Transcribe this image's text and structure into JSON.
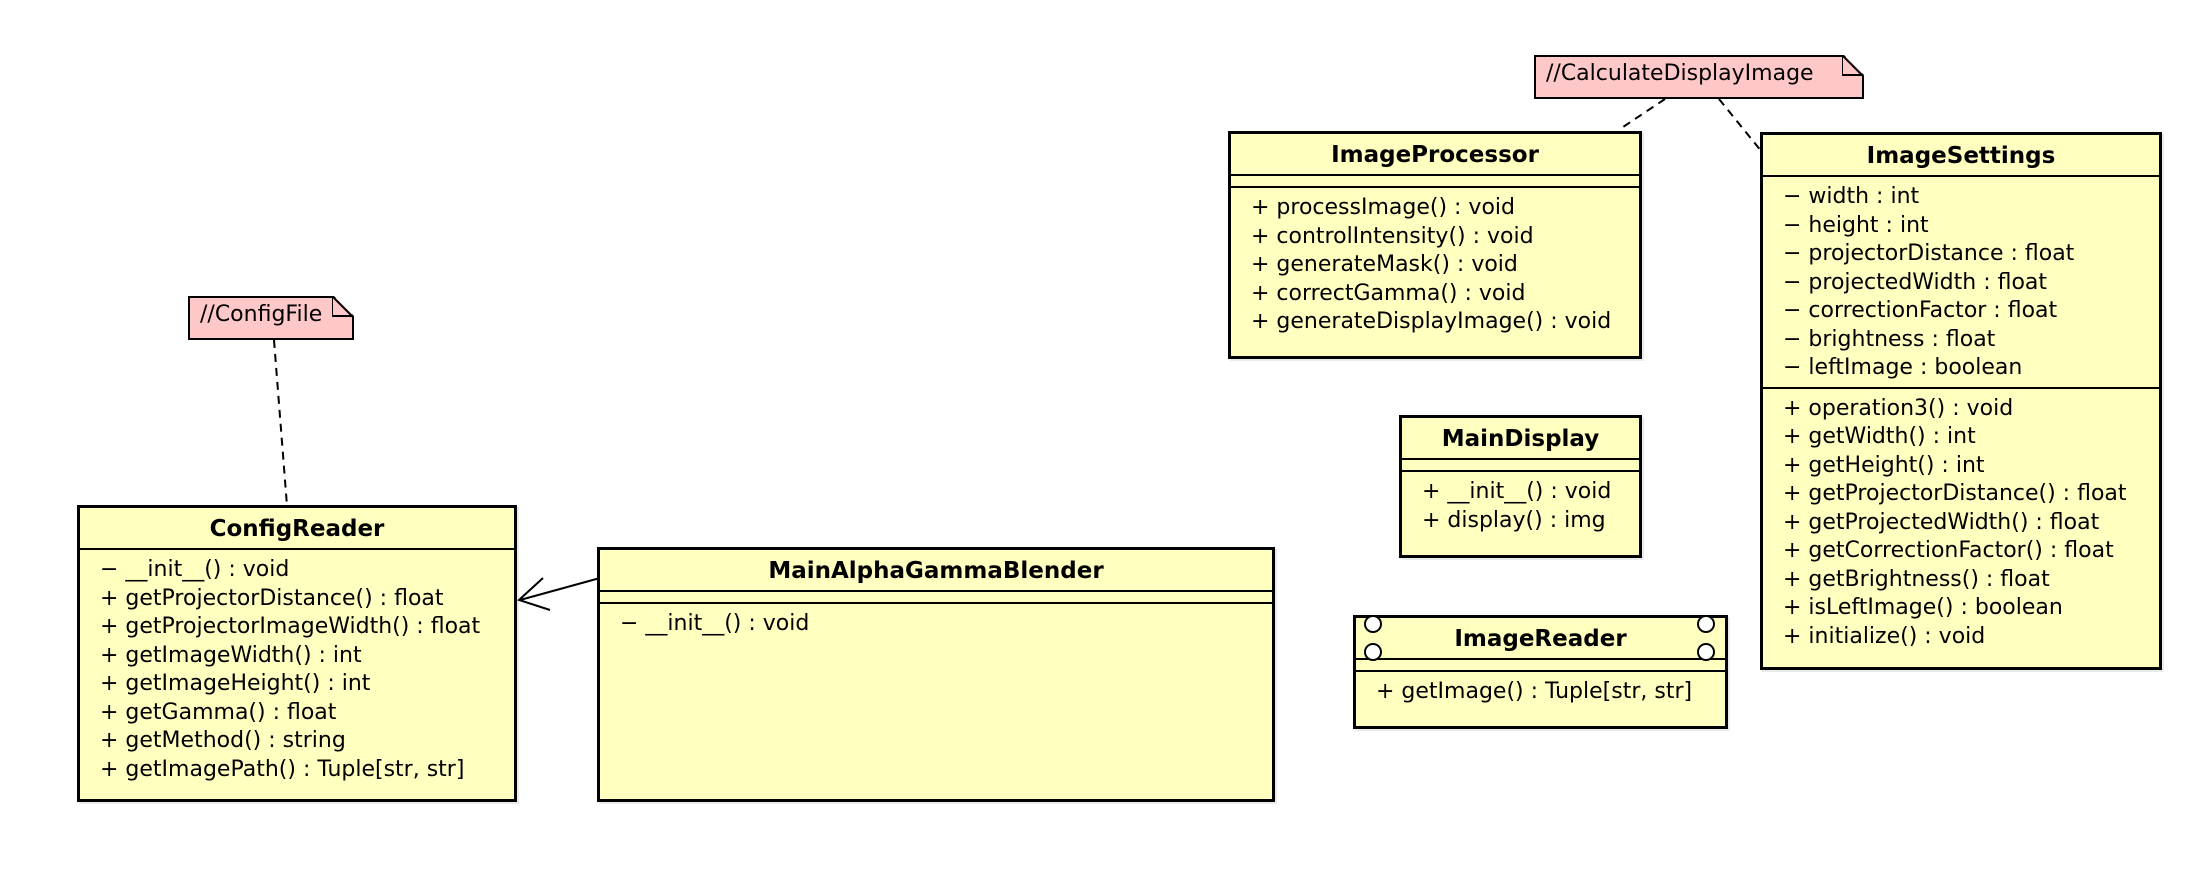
{
  "notes": {
    "config_file": "//ConfigFile",
    "calculate_display_image": "//CalculateDisplayImage"
  },
  "classes": {
    "config_reader": {
      "name": "ConfigReader",
      "members": [
        "− __init__() : void",
        "+ getProjectorDistance() : float",
        "+ getProjectorImageWidth() : float",
        "+ getImageWidth() : int",
        "+ getImageHeight() : int",
        "+ getGamma() : float",
        "+ getMethod() : string",
        "+ getImagePath() : Tuple[str, str]"
      ]
    },
    "main_alpha_gamma_blender": {
      "name": "MainAlphaGammaBlender",
      "operations": [
        "− __init__() : void"
      ]
    },
    "image_processor": {
      "name": "ImageProcessor",
      "operations": [
        "+ processImage() : void",
        "+ controlIntensity() : void",
        "+ generateMask() : void",
        "+ correctGamma() : void",
        "+ generateDisplayImage() : void"
      ]
    },
    "main_display": {
      "name": "MainDisplay",
      "operations": [
        "+ __init__() : void",
        "+ display() : img"
      ]
    },
    "image_reader": {
      "name": "ImageReader",
      "operations": [
        "+ getImage() : Tuple[str, str]"
      ]
    },
    "image_settings": {
      "name": "ImageSettings",
      "attributes": [
        "− width : int",
        "− height : int",
        "− projectorDistance : float",
        "− projectedWidth : float",
        "− correctionFactor : float",
        "− brightness : float",
        "− leftImage : boolean"
      ],
      "operations": [
        "+ operation3() : void",
        "+ getWidth() : int",
        "+ getHeight() : int",
        "+ getProjectorDistance() : float",
        "+ getProjectedWidth() : float",
        "+ getCorrectionFactor() : float",
        "+ getBrightness() : float",
        "+ isLeftImage() : boolean",
        "+ initialize() : void"
      ]
    }
  },
  "colors": {
    "class_fill": "#ffffc0",
    "note_fill": "#ffc8c8",
    "line": "#000000"
  }
}
